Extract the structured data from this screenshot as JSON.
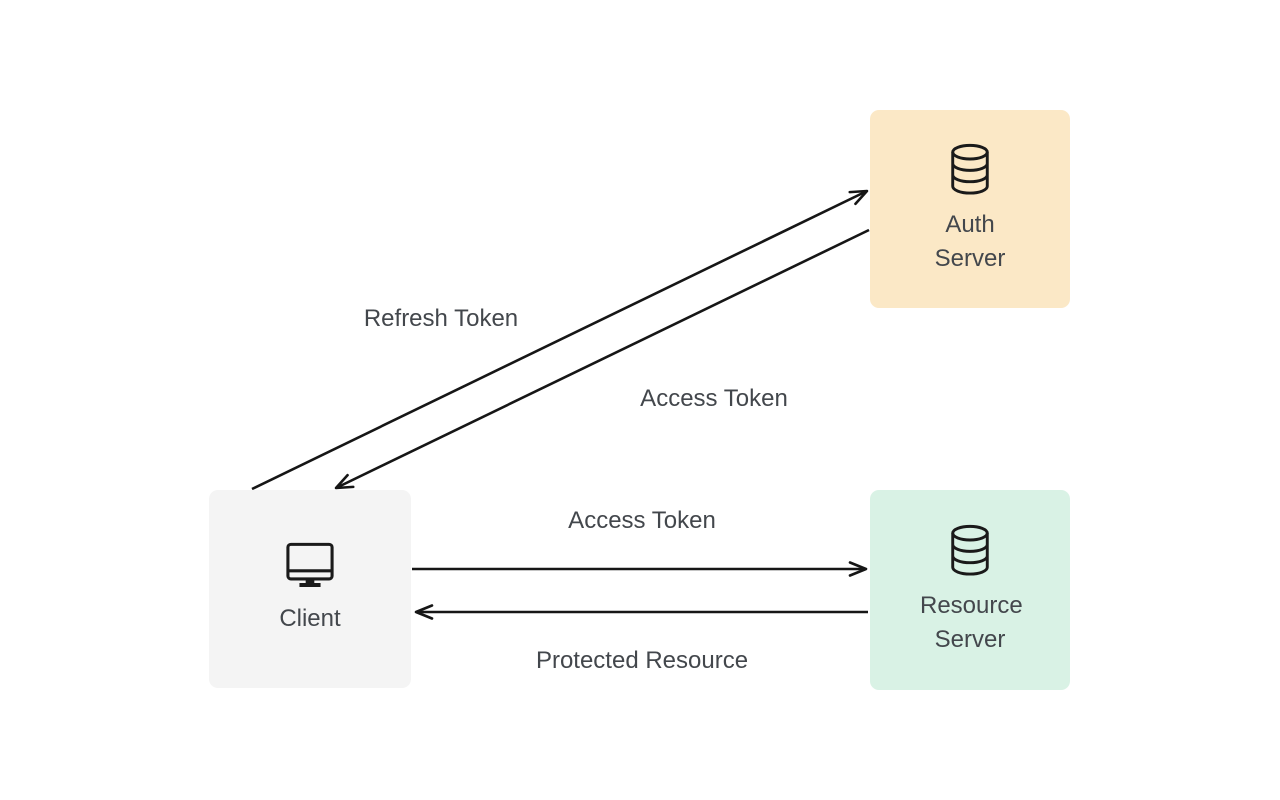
{
  "diagram": {
    "nodes": {
      "auth_server": {
        "label": "Auth Server",
        "icon": "database-icon",
        "bg": "#FBE8C6"
      },
      "resource_server": {
        "label": "Resource Server",
        "icon": "database-icon",
        "bg": "#D9F2E5"
      },
      "client": {
        "label": "Client",
        "icon": "monitor-icon",
        "bg": "#F4F4F4"
      }
    },
    "edges": [
      {
        "id": "client-to-auth-server",
        "from": "client",
        "to": "auth_server",
        "label": "Refresh Token"
      },
      {
        "id": "auth-server-to-client",
        "from": "auth_server",
        "to": "client",
        "label": "Access Token"
      },
      {
        "id": "client-to-resource-server",
        "from": "client",
        "to": "resource_server",
        "label": "Access Token"
      },
      {
        "id": "resource-server-to-client",
        "from": "resource_server",
        "to": "client",
        "label": "Protected Resource"
      }
    ],
    "colors": {
      "background": "#FFFFFF",
      "arrow": "#161616",
      "text": "#43474C",
      "icon_stroke": "#1A1A1A"
    }
  }
}
